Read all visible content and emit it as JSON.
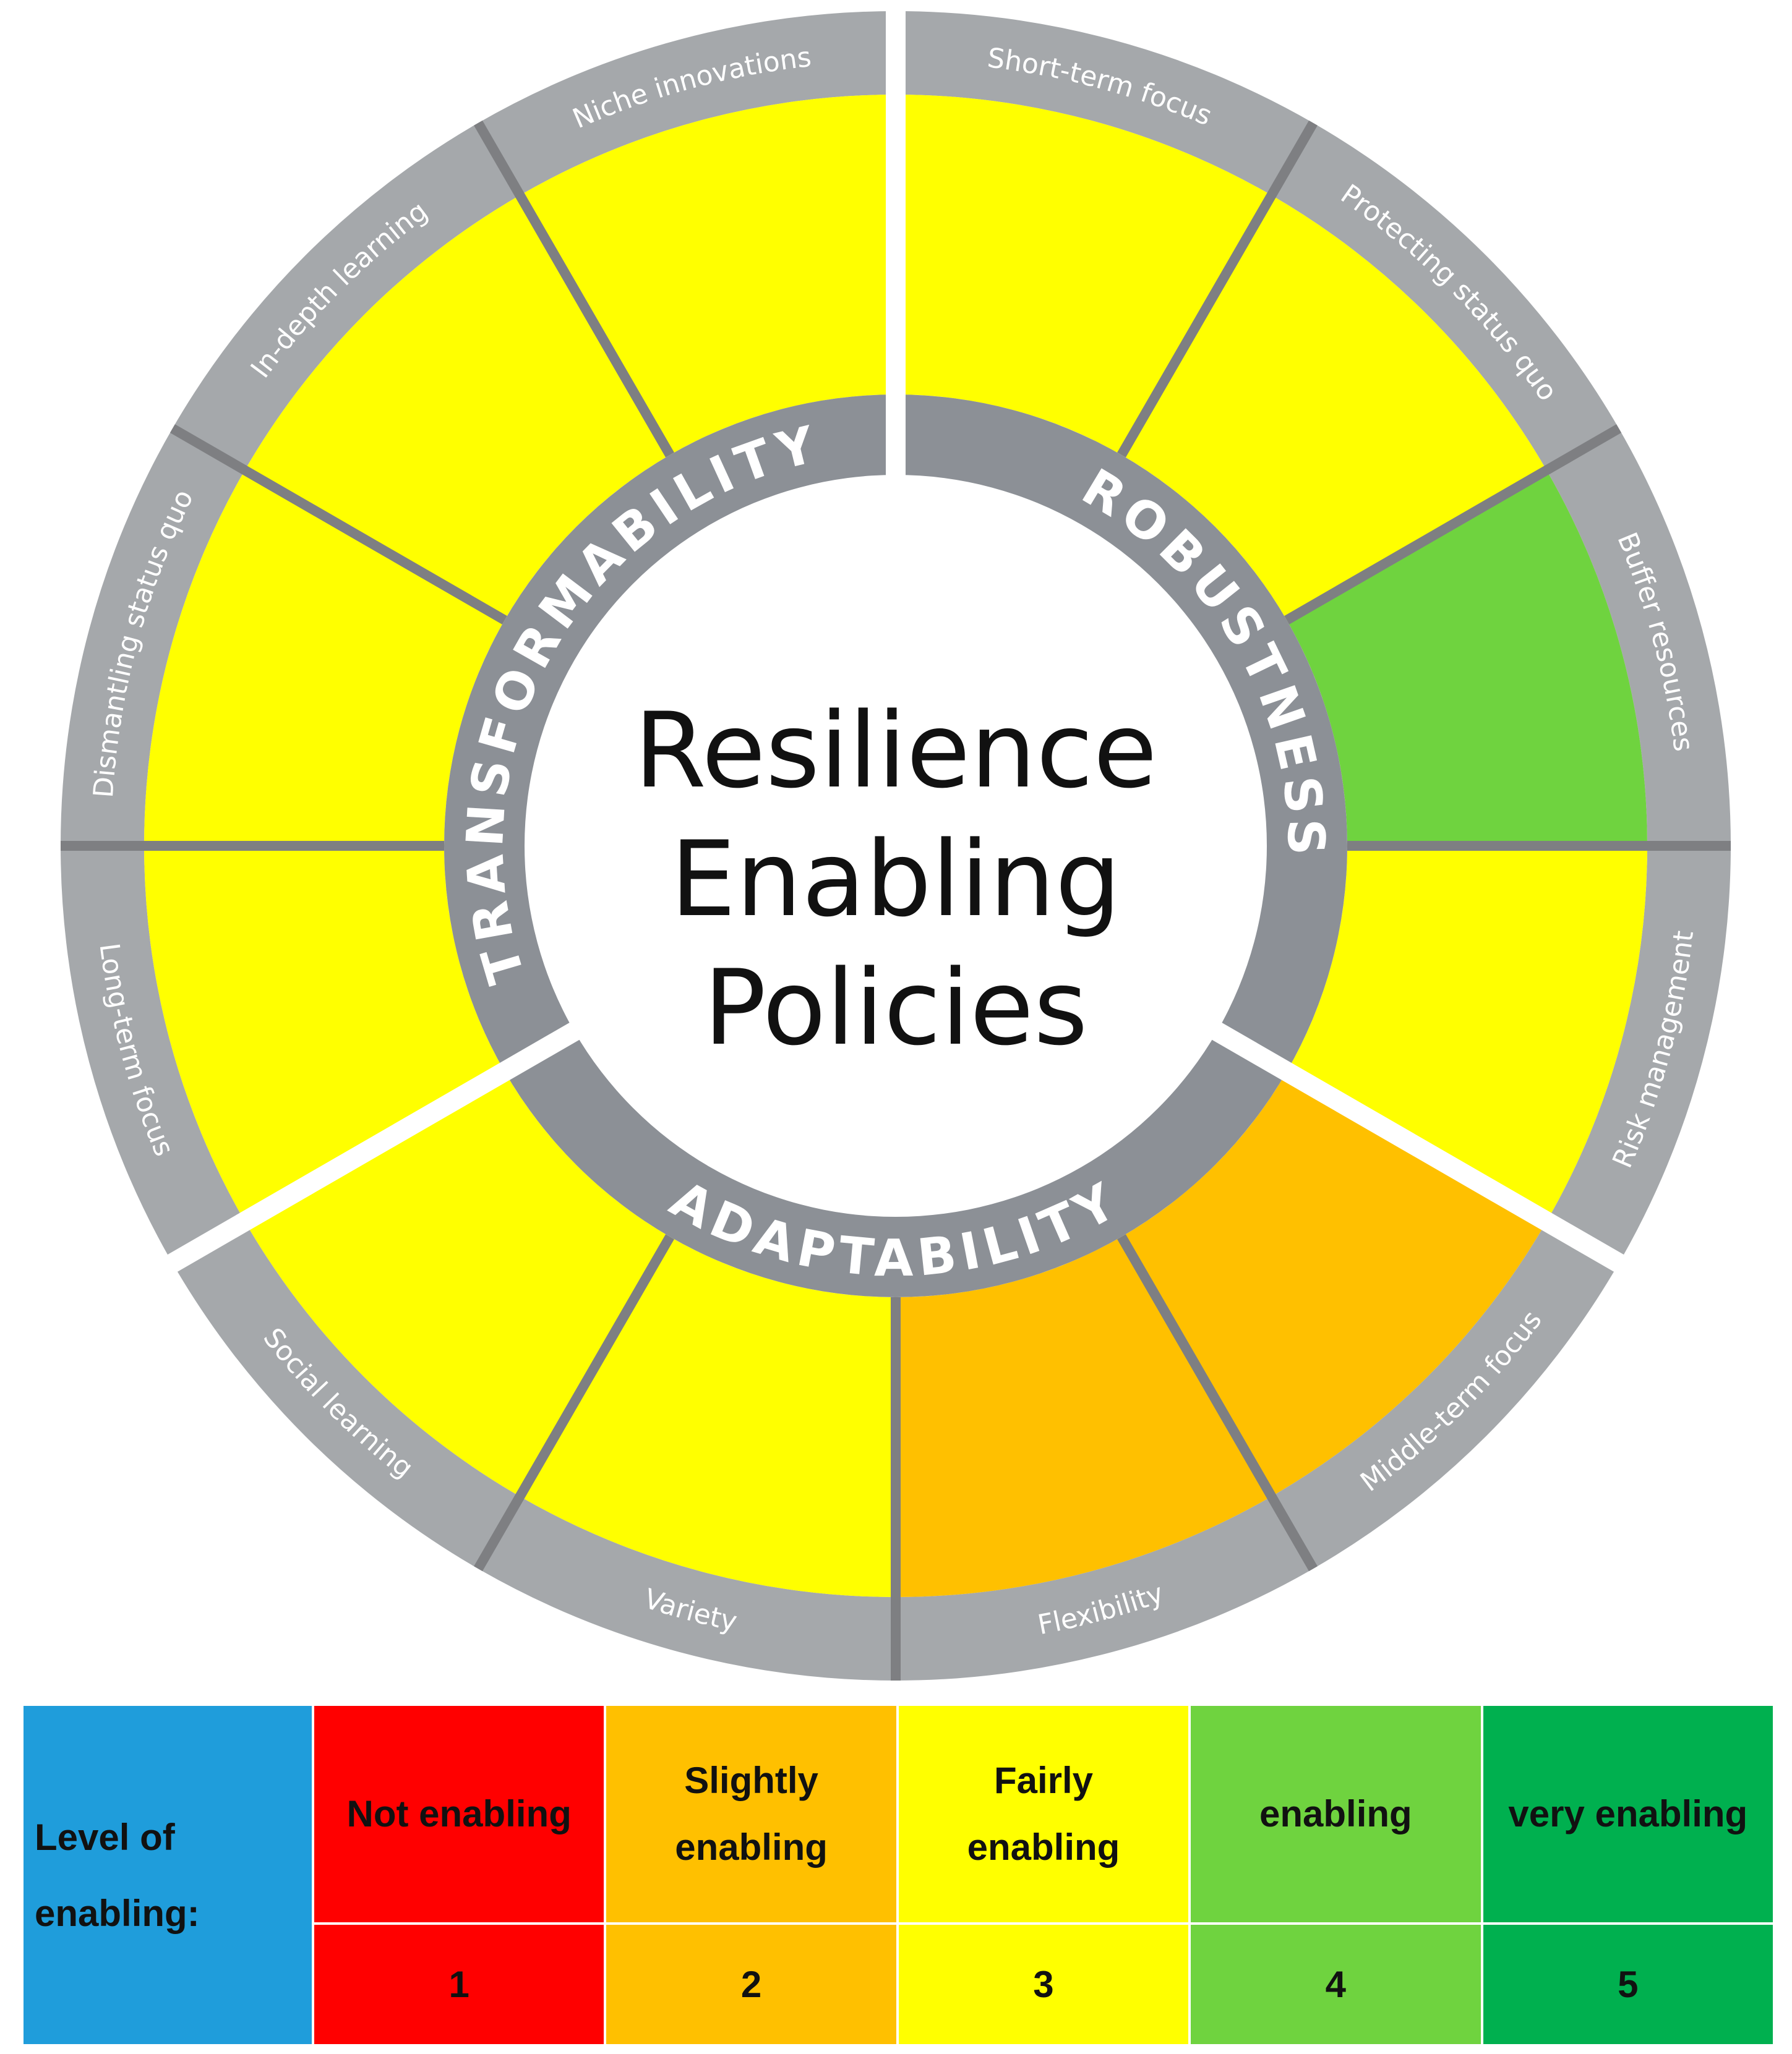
{
  "center_title": [
    "Resilience",
    "Enabling",
    "Policies"
  ],
  "capacities": [
    {
      "label": "TRANSFORMABILITY"
    },
    {
      "label": "ROBUSTNESS"
    },
    {
      "label": "ADAPTABILITY"
    }
  ],
  "segments": [
    {
      "label": "Short-term focus",
      "capacity": "ROBUSTNESS",
      "level": 3
    },
    {
      "label": "Protecting status quo",
      "capacity": "ROBUSTNESS",
      "level": 3
    },
    {
      "label": "Buffer resources",
      "capacity": "ROBUSTNESS",
      "level": 4
    },
    {
      "label": "Risk management",
      "capacity": "ROBUSTNESS",
      "level": 3
    },
    {
      "label": "Middle-term focus",
      "capacity": "ADAPTABILITY",
      "level": 2
    },
    {
      "label": "Flexibility",
      "capacity": "ADAPTABILITY",
      "level": 2
    },
    {
      "label": "Variety",
      "capacity": "ADAPTABILITY",
      "level": 3
    },
    {
      "label": "Social learning",
      "capacity": "ADAPTABILITY",
      "level": 3
    },
    {
      "label": "Long-term focus",
      "capacity": "TRANSFORMABILITY",
      "level": 3
    },
    {
      "label": "Dismantling status quo",
      "capacity": "TRANSFORMABILITY",
      "level": 3
    },
    {
      "label": "In-depth learning",
      "capacity": "TRANSFORMABILITY",
      "level": 3
    },
    {
      "label": "Niche innovations",
      "capacity": "TRANSFORMABILITY",
      "level": 3
    }
  ],
  "legend": {
    "label_lines": [
      "Level of",
      "enabling:"
    ],
    "levels": [
      {
        "name_lines": [
          "Not enabling"
        ],
        "value": "1",
        "color": "#ff0000"
      },
      {
        "name_lines": [
          "Slightly",
          "enabling"
        ],
        "value": "2",
        "color": "#ffc000"
      },
      {
        "name_lines": [
          "Fairly",
          "enabling"
        ],
        "value": "3",
        "color": "#ffff00"
      },
      {
        "name_lines": [
          "enabling"
        ],
        "value": "4",
        "color": "#6fd33f"
      },
      {
        "name_lines": [
          "very enabling"
        ],
        "value": "5",
        "color": "#00b04f"
      }
    ],
    "label_color": "#1f9ddb"
  },
  "colors": {
    "outer_ring": "#a5a8ab",
    "inner_ring": "#8c9096",
    "divider": "#7e7f82",
    "ring_text": "#ffffff",
    "center_text": "#111111"
  }
}
